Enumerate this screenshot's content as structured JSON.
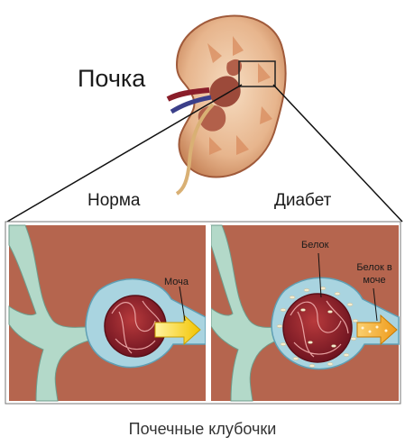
{
  "labels": {
    "kidney": "Почка",
    "normal": "Норма",
    "diabetes": "Диабет",
    "urine": "Моча",
    "protein": "Белок",
    "protein_in_urine": "Белок в моче",
    "caption": "Почечные клубочки"
  },
  "colors": {
    "tissue": "#b5654e",
    "capsule": "#a9d4e0",
    "vessel": "#b3d9c9",
    "glomerulus": "#8a1e2a",
    "arrow_normal": "#f5c800",
    "arrow_protein": "#f0a020",
    "protein_dots": "#f4ecd0"
  }
}
